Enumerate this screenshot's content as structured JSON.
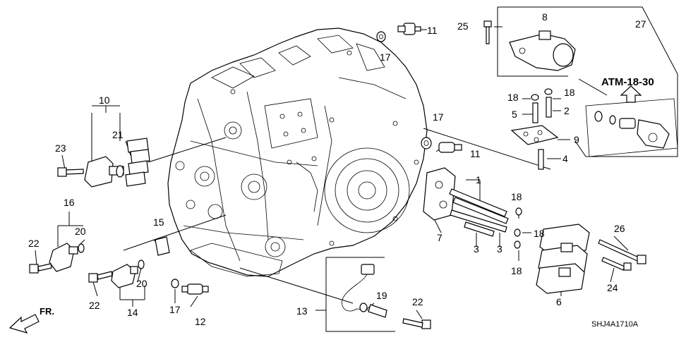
{
  "diagram": {
    "reference": "ATM-18-30",
    "part_code": "SHJ4A1710A",
    "front_marker": "FR.",
    "callouts": {
      "c1": "1",
      "c2": "2",
      "c3a": "3",
      "c3b": "3",
      "c4": "4",
      "c5": "5",
      "c6": "6",
      "c7": "7",
      "c8": "8",
      "c9": "9",
      "c10": "10",
      "c11a": "11",
      "c11b": "11",
      "c12": "12",
      "c13": "13",
      "c14": "14",
      "c15": "15",
      "c16": "16",
      "c17a": "17",
      "c17b": "17",
      "c17c": "17",
      "c18a": "18",
      "c18b": "18",
      "c18c": "18",
      "c18d": "18",
      "c18e": "18",
      "c19": "19",
      "c20a": "20",
      "c20b": "20",
      "c21": "21",
      "c22a": "22",
      "c22b": "22",
      "c22c": "22",
      "c23": "23",
      "c24": "24",
      "c25": "25",
      "c26": "26",
      "c27": "27"
    }
  }
}
